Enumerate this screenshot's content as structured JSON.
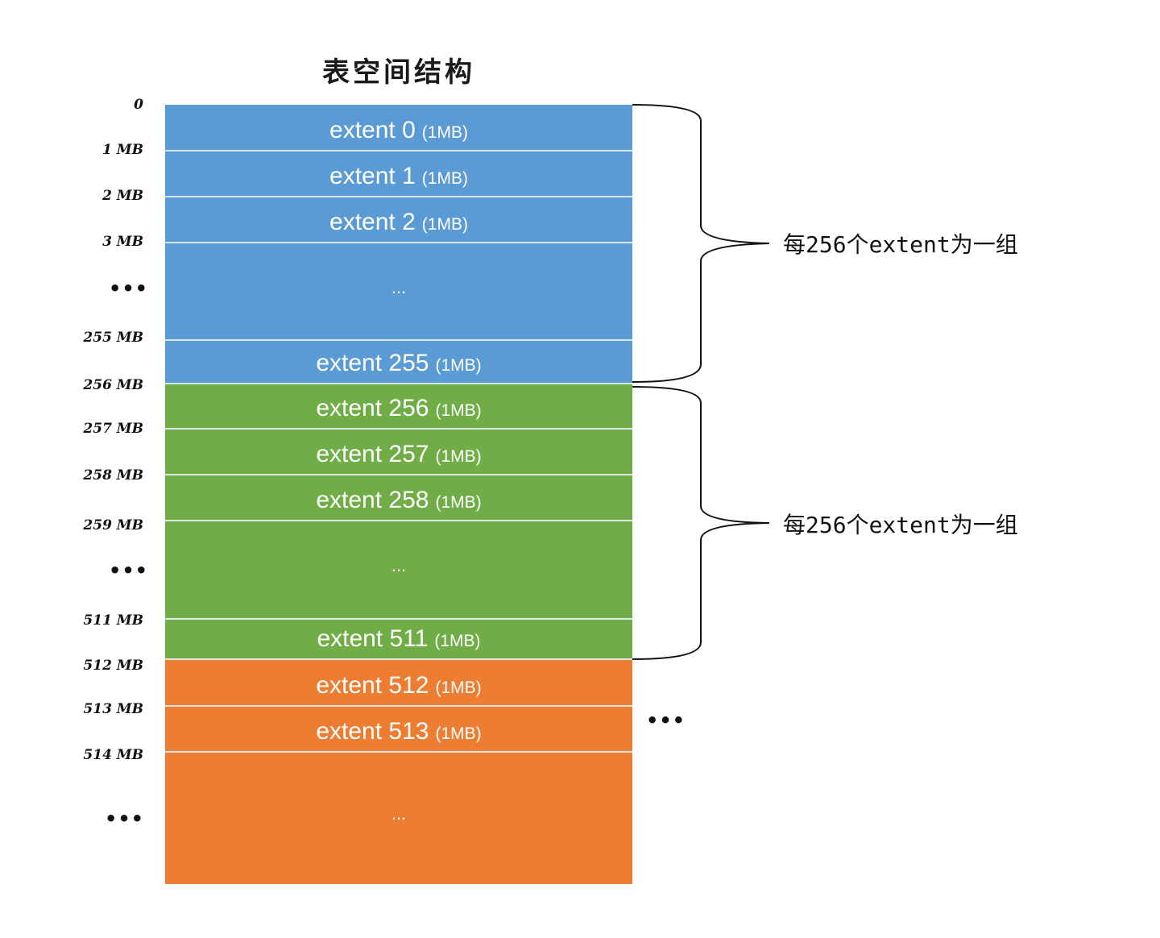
{
  "title": "表空间结构",
  "extents": [
    {
      "kind": "extent",
      "label": "extent 0",
      "size": "(1MB)",
      "group": "blue"
    },
    {
      "kind": "extent",
      "label": "extent 1",
      "size": "(1MB)",
      "group": "blue"
    },
    {
      "kind": "extent",
      "label": "extent 2",
      "size": "(1MB)",
      "group": "blue"
    },
    {
      "kind": "ellipsis",
      "label": "...",
      "group": "blue"
    },
    {
      "kind": "extent",
      "label": "extent 255",
      "size": "(1MB)",
      "group": "blue"
    },
    {
      "kind": "extent",
      "label": "extent 256",
      "size": "(1MB)",
      "group": "green"
    },
    {
      "kind": "extent",
      "label": "extent 257",
      "size": "(1MB)",
      "group": "green"
    },
    {
      "kind": "extent",
      "label": "extent 258",
      "size": "(1MB)",
      "group": "green"
    },
    {
      "kind": "ellipsis",
      "label": "...",
      "group": "green"
    },
    {
      "kind": "extent",
      "label": "extent 511",
      "size": "(1MB)",
      "group": "green"
    },
    {
      "kind": "extent",
      "label": "extent 512",
      "size": "(1MB)",
      "group": "orange"
    },
    {
      "kind": "extent",
      "label": "extent 513",
      "size": "(1MB)",
      "group": "orange"
    },
    {
      "kind": "ellipsis",
      "label": "...",
      "group": "orange"
    }
  ],
  "offset_labels": [
    "0",
    "1 MB",
    "2 MB",
    "3 MB",
    "•••",
    "255 MB",
    "256 MB",
    "257 MB",
    "258 MB",
    "259 MB",
    "•••",
    "511 MB",
    "512 MB",
    "513 MB",
    "514 MB",
    "•••"
  ],
  "brace_labels": [
    "每256个extent为一组",
    "每256个extent为一组"
  ],
  "continuation": "•••",
  "colors": {
    "blue": "#5b9bd5",
    "green": "#70ad47",
    "orange": "#ed7d31"
  }
}
